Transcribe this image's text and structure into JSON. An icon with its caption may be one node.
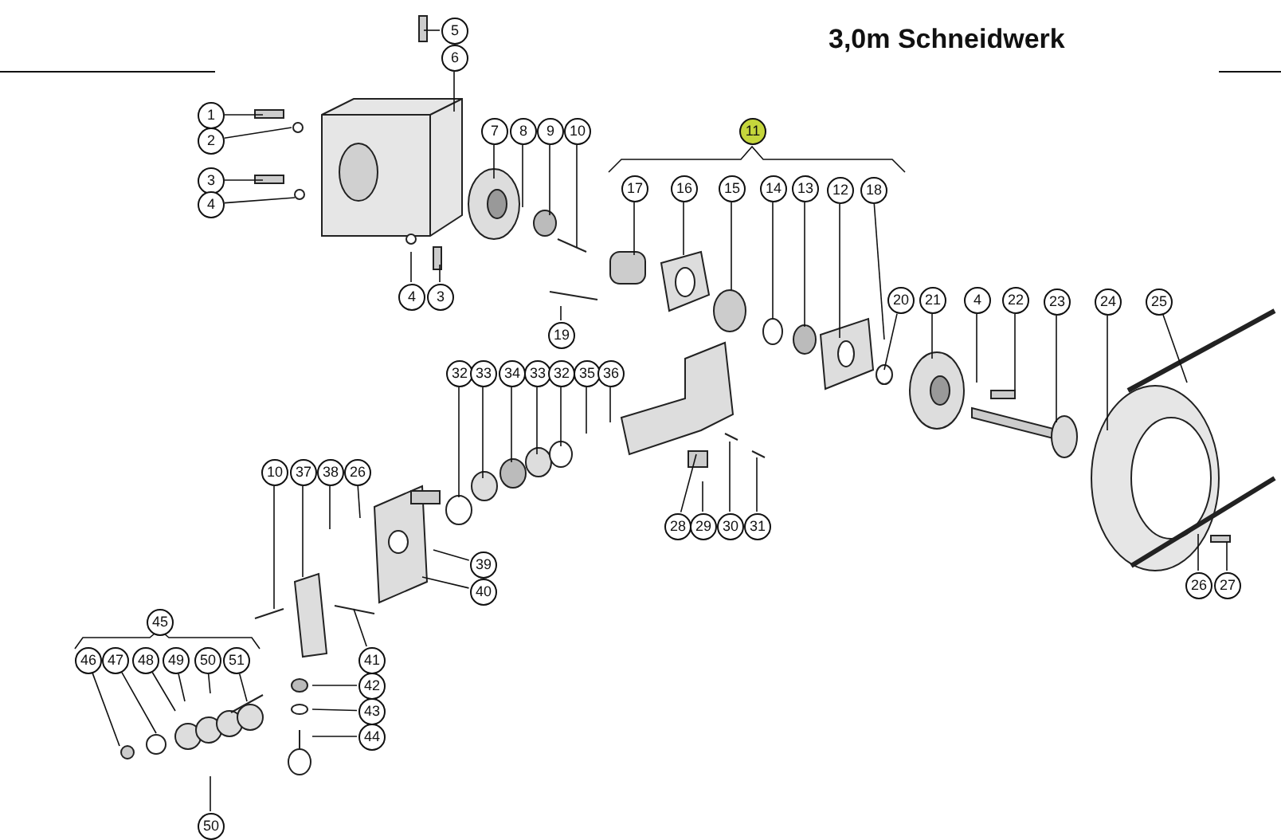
{
  "diagram": {
    "title": "3,0m Schneidwerk",
    "nodes": [
      {
        "text": [
          "1"
        ]
      },
      {
        "text": [
          "2"
        ]
      },
      {
        "text": [
          "3"
        ]
      },
      {
        "text": [
          "4"
        ]
      },
      {
        "text": [
          "5"
        ]
      },
      {
        "text": [
          "6"
        ]
      },
      {
        "text": [
          "4"
        ]
      },
      {
        "text": [
          "3"
        ]
      },
      {
        "text": [
          "7"
        ]
      },
      {
        "text": [
          "8"
        ]
      },
      {
        "text": [
          "9"
        ]
      },
      {
        "text": [
          "10"
        ]
      },
      {
        "text": [
          "11"
        ]
      },
      {
        "text": [
          "17"
        ]
      },
      {
        "text": [
          "16"
        ]
      },
      {
        "text": [
          "15"
        ]
      },
      {
        "text": [
          "14"
        ]
      },
      {
        "text": [
          "13"
        ]
      },
      {
        "text": [
          "12"
        ]
      },
      {
        "text": [
          "18"
        ]
      },
      {
        "text": [
          "20"
        ]
      },
      {
        "text": [
          "21"
        ]
      },
      {
        "text": [
          "4"
        ]
      },
      {
        "text": [
          "22"
        ]
      },
      {
        "text": [
          "23"
        ]
      },
      {
        "text": [
          "24"
        ]
      },
      {
        "text": [
          "25"
        ]
      },
      {
        "text": [
          "19"
        ]
      },
      {
        "text": [
          "32"
        ]
      },
      {
        "text": [
          "33"
        ]
      },
      {
        "text": [
          "34"
        ]
      },
      {
        "text": [
          "33"
        ]
      },
      {
        "text": [
          "32"
        ]
      },
      {
        "text": [
          "35"
        ]
      },
      {
        "text": [
          "36"
        ]
      },
      {
        "text": [
          "28"
        ]
      },
      {
        "text": [
          "29"
        ]
      },
      {
        "text": [
          "30"
        ]
      },
      {
        "text": [
          "31"
        ]
      },
      {
        "text": [
          "10"
        ]
      },
      {
        "text": [
          "37"
        ]
      },
      {
        "text": [
          "38"
        ]
      },
      {
        "text": [
          "26"
        ]
      },
      {
        "text": [
          "39"
        ]
      },
      {
        "text": [
          "40"
        ]
      },
      {
        "text": [
          "41"
        ]
      },
      {
        "text": [
          "42"
        ]
      },
      {
        "text": [
          "43"
        ]
      },
      {
        "text": [
          "44"
        ]
      },
      {
        "text": [
          "45"
        ]
      },
      {
        "text": [
          "46"
        ]
      },
      {
        "text": [
          "47"
        ]
      },
      {
        "text": [
          "48"
        ]
      },
      {
        "text": [
          "49"
        ]
      },
      {
        "text": [
          "50"
        ]
      },
      {
        "text": [
          "51"
        ]
      },
      {
        "text": [
          "50"
        ]
      },
      {
        "text": [
          "26"
        ]
      },
      {
        "text": [
          "27"
        ]
      }
    ],
    "edges": [
      {
        "from": 0,
        "to": null,
        "arrow": "none"
      },
      {
        "from": 1,
        "to": null,
        "arrow": "none"
      },
      {
        "from": 2,
        "to": null,
        "arrow": "none"
      },
      {
        "from": 3,
        "to": null,
        "arrow": "none"
      },
      {
        "from": 4,
        "to": null,
        "arrow": "none"
      },
      {
        "from": 5,
        "to": null,
        "arrow": "none"
      },
      {
        "from": 6,
        "to": null,
        "arrow": "none"
      },
      {
        "from": 7,
        "to": null,
        "arrow": "none"
      },
      {
        "from": 8,
        "to": null,
        "arrow": "none"
      },
      {
        "from": 9,
        "to": null,
        "arrow": "none"
      },
      {
        "from": 10,
        "to": null,
        "arrow": "none"
      },
      {
        "from": 11,
        "to": null,
        "arrow": "none"
      },
      {
        "from": 13,
        "to": null,
        "arrow": "none"
      },
      {
        "from": 14,
        "to": null,
        "arrow": "none"
      },
      {
        "from": 15,
        "to": null,
        "arrow": "none"
      },
      {
        "from": 16,
        "to": null,
        "arrow": "none"
      },
      {
        "from": 17,
        "to": null,
        "arrow": "none"
      },
      {
        "from": 18,
        "to": null,
        "arrow": "none"
      },
      {
        "from": 19,
        "to": null,
        "arrow": "none"
      },
      {
        "from": 20,
        "to": null,
        "arrow": "none"
      },
      {
        "from": 21,
        "to": null,
        "arrow": "none"
      },
      {
        "from": 22,
        "to": null,
        "arrow": "none"
      },
      {
        "from": 23,
        "to": null,
        "arrow": "none"
      },
      {
        "from": 24,
        "to": null,
        "arrow": "none"
      },
      {
        "from": 25,
        "to": null,
        "arrow": "none"
      },
      {
        "from": 26,
        "to": null,
        "arrow": "none"
      },
      {
        "from": 27,
        "to": null,
        "arrow": "none"
      },
      {
        "from": 28,
        "to": null,
        "arrow": "none"
      },
      {
        "from": 29,
        "to": null,
        "arrow": "none"
      },
      {
        "from": 30,
        "to": null,
        "arrow": "none"
      },
      {
        "from": 31,
        "to": null,
        "arrow": "none"
      },
      {
        "from": 32,
        "to": null,
        "arrow": "none"
      },
      {
        "from": 33,
        "to": null,
        "arrow": "none"
      },
      {
        "from": 34,
        "to": null,
        "arrow": "none"
      },
      {
        "from": 35,
        "to": null,
        "arrow": "none"
      },
      {
        "from": 36,
        "to": null,
        "arrow": "none"
      },
      {
        "from": 37,
        "to": null,
        "arrow": "none"
      },
      {
        "from": 38,
        "to": null,
        "arrow": "none"
      },
      {
        "from": 39,
        "to": null,
        "arrow": "none"
      },
      {
        "from": 40,
        "to": null,
        "arrow": "none"
      },
      {
        "from": 41,
        "to": null,
        "arrow": "none"
      },
      {
        "from": 42,
        "to": null,
        "arrow": "none"
      },
      {
        "from": 43,
        "to": null,
        "arrow": "none"
      },
      {
        "from": 44,
        "to": null,
        "arrow": "none"
      },
      {
        "from": 45,
        "to": null,
        "arrow": "none"
      },
      {
        "from": 46,
        "to": null,
        "arrow": "none"
      },
      {
        "from": 47,
        "to": null,
        "arrow": "none"
      },
      {
        "from": 48,
        "to": null,
        "arrow": "none"
      },
      {
        "from": 50,
        "to": null,
        "arrow": "none"
      },
      {
        "from": 51,
        "to": null,
        "arrow": "none"
      },
      {
        "from": 52,
        "to": null,
        "arrow": "none"
      },
      {
        "from": 53,
        "to": null,
        "arrow": "none"
      },
      {
        "from": 54,
        "to": null,
        "arrow": "none"
      },
      {
        "from": 55,
        "to": null,
        "arrow": "none"
      },
      {
        "from": 56,
        "to": null,
        "arrow": "none"
      },
      {
        "from": 57,
        "to": null,
        "arrow": "none"
      },
      {
        "from": 58,
        "to": null,
        "arrow": "none"
      }
    ]
  }
}
